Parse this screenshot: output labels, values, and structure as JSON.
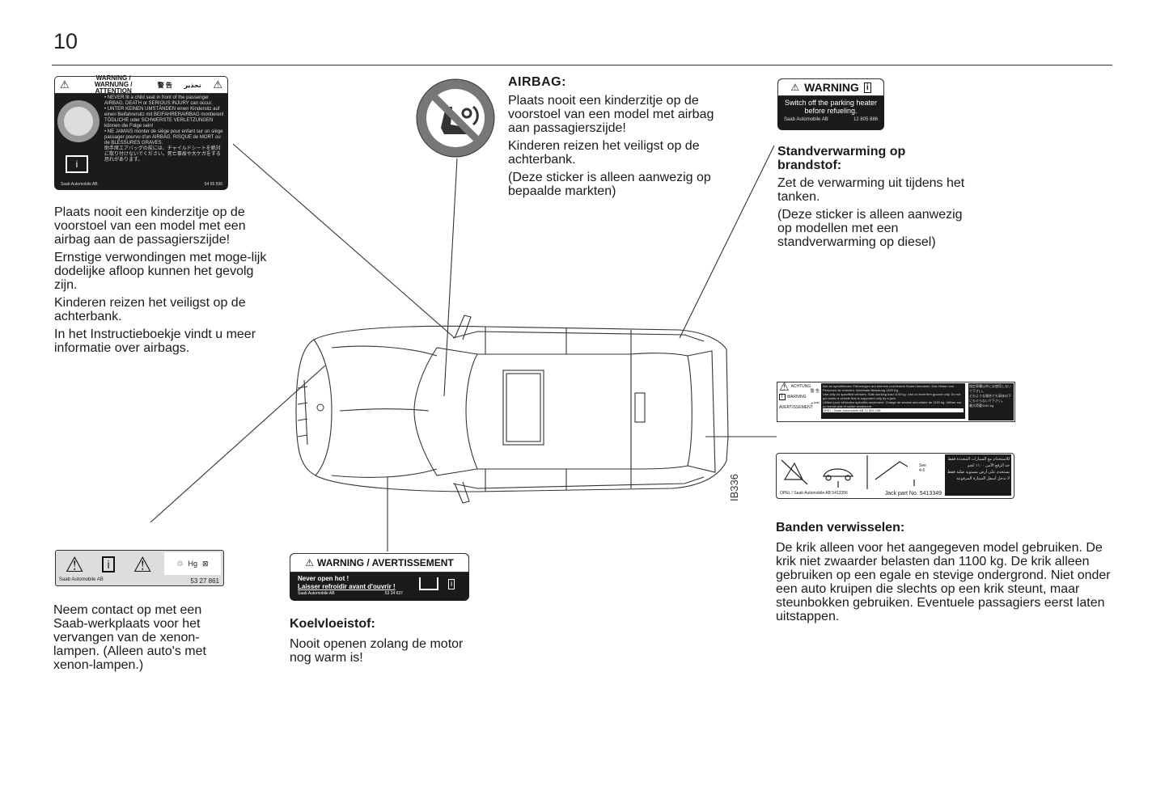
{
  "page": {
    "number": "10",
    "figure_code": "IB336"
  },
  "airbag_left": {
    "label": {
      "header": "WARNING / WARNUNG / ATTENTION",
      "header_cjk": "警 告",
      "header_ar": "تحذير",
      "lines": [
        "• NEVER fit a child seat in front of the passenger AIRBAG. DEATH or SERIOUS INJURY can occur.",
        "• UNTER KEINEN UMSTÄNDEN einen Kindersitz auf einen Beifahrersitz mit BEIFAHRERAIRBAG montieren! TÖDLICHE oder SCHWERSTE VERLETZUNGEN können die Folge sein!",
        "• NE JAMAIS monter de siège pour enfant sur un siège passager pourvu d'un AIRBAG. RISQUE de MORT ou de BLESSURES GRAVES.",
        "助手席エアバッグの前には、チャイルドシートを絶対に取り付けないでください。死亡事故や大ケガをする恐れがあります。"
      ],
      "footer_left": "Saab Automobile AB",
      "footer_right": "54 65 596"
    },
    "paragraphs": [
      "Plaats nooit een kinderzitje op de voorstoel van een model met een airbag aan de passagierszijde!",
      "Ernstige verwondingen met moge-lijk dodelijke afloop kunnen het gevolg zijn.",
      "Kinderen reizen het veiligst op de achterbank.",
      "In het Instructieboekje vindt u meer informatie over airbags."
    ]
  },
  "airbag_center": {
    "heading": "AIRBAG:",
    "paragraphs": [
      "Plaats nooit een kinderzitje op de voorstoel van een model met airbag aan passagierszijde!",
      "Kinderen reizen het veiligst op de achterbank.",
      "(Deze sticker is alleen aanwezig op bepaalde markten)"
    ]
  },
  "heater": {
    "label": {
      "header": "WARNING",
      "message": "Switch off the parking heater before refueling.",
      "footer_left": "Saab Automobile AB",
      "footer_right": "12 805 886"
    },
    "heading": "Standverwarming op brandstof:",
    "paragraphs": [
      "Zet de verwarming uit tijdens het tanken.",
      "(Deze sticker is alleen aanwezig op modellen met een standverwarming op diesel)"
    ]
  },
  "xenon": {
    "label": {
      "chem": "Hg",
      "footer_left": "Saab Automobile AB",
      "footer_right": "53 27 861"
    },
    "paragraphs": [
      "Neem contact op met een Saab-werkplaats voor het vervangen van de xenon-lampen. (Alleen auto's met xenon-lampen.)"
    ]
  },
  "coolant": {
    "label": {
      "header": "WARNING / AVERTISSEMENT",
      "line1": "Never open hot !",
      "line2": "Laisser refroidir avant d'ouvrir !",
      "footer_left": "Saab Automobile AB",
      "footer_right": "53 24 637"
    },
    "heading": "Koelvloeistof:",
    "paragraphs": [
      "Nooit openen zolang de motor nog warm is!"
    ]
  },
  "jack": {
    "label_top": {
      "words": [
        "ACHTUNG",
        "警 告",
        "WARNING",
        "تحذير",
        "AVERTISSEMENT"
      ],
      "footer": "OPEL / Saab Automobile AB     12 804 198",
      "lines": [
        "Nur an spezifizierten Fahrzeugen auf ebenem und festem Boden benutzen. Das Heben von Personen ist verboten. Maximale Belastung 1100 Kg.",
        "Use only on specified vehicles. Safe working load 1100 kg. Use on level firm ground only. Do not get under a vehicle that is supported only by a jack.",
        "Utiliser pour véhicules spécifiés seulement. Charge de service sécuritaire de 1100 kg. Utiliser sur un terrain plat et solide seulement."
      ],
      "jp_lines": [
        "指定車種以外には使用しないで下さい。",
        "どのような場合でも車体の下にもぐらないで下さい。",
        "最大荷重1100 kg"
      ]
    },
    "label_bottom": {
      "see": "See",
      "ref": "4-5",
      "footer_left": "OPEL / Saab Automobile AB   5413356",
      "part": "Jack part No. 5413349",
      "ar_lines": [
        "للاستخدام مع السيارات المحددة فقط",
        "حد الرفع الآمن ١١٠٠ كجم",
        "يستخدم على أرض مستوية صلبة فقط",
        "لا تدخل أسفل السيارة المرفوعة"
      ]
    },
    "heading": "Banden verwisselen:",
    "paragraphs": [
      "De krik alleen voor het aangegeven model gebruiken. De krik niet zwaarder belasten dan 1100 kg. De krik alleen gebruiken op een egale en stevige ondergrond. Niet onder een auto kruipen die slechts op een krik steunt, maar steunbokken gebruiken. Eventuele passagiers eerst laten uitstappen."
    ]
  }
}
